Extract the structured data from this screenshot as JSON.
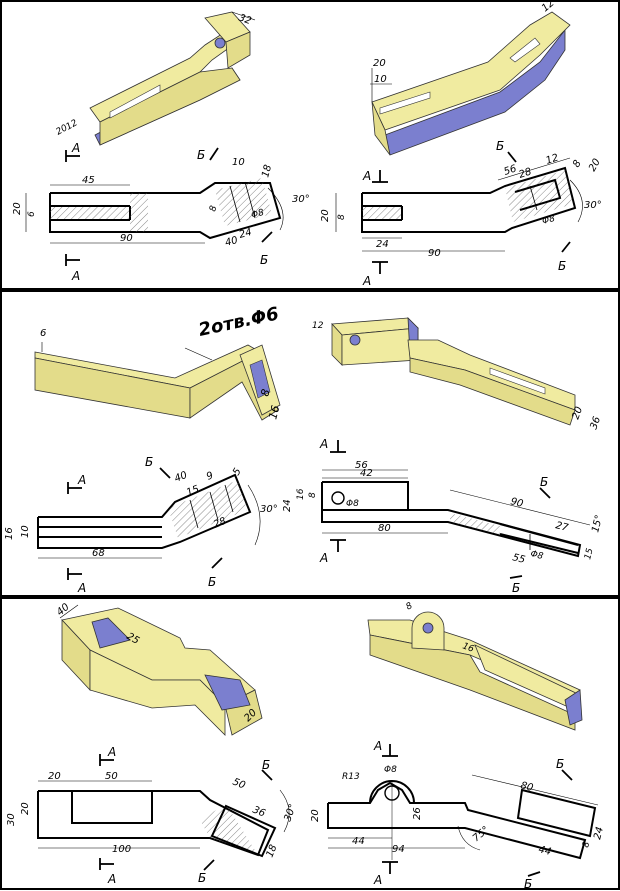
{
  "panel1": {
    "iso_left": {
      "d1": "32",
      "d2": "12",
      "d3": "20"
    },
    "iso_right": {
      "d1": "12",
      "d2": "20",
      "d3": "10"
    },
    "draw_left": {
      "secA": "А",
      "secB": "Б",
      "d45": "45",
      "d20": "20",
      "d6": "6",
      "d90": "90",
      "d10": "10",
      "d18": "18",
      "d8": "8",
      "dphi": "Φ8",
      "d24": "24",
      "d40": "40",
      "ang": "30°"
    },
    "draw_right": {
      "secA": "А",
      "secB": "Б",
      "d20": "20",
      "d8": "8",
      "d24": "24",
      "d90": "90",
      "d56": "56",
      "d28": "28",
      "d12": "12",
      "d8b": "8",
      "d20b": "20",
      "dphi": "Φ8",
      "ang": "30°"
    }
  },
  "panel2": {
    "iso_left": {
      "d6": "6",
      "holes": "2отв.Φ6",
      "d8": "8",
      "d16": "16"
    },
    "iso_right": {
      "d12": "12",
      "d20": "20",
      "d36": "36"
    },
    "draw_left": {
      "secA": "А",
      "secB": "Б",
      "d16": "16",
      "d10": "10",
      "d68": "68",
      "d40": "40",
      "d15": "15",
      "d9": "9",
      "d5": "5",
      "d28": "28",
      "ang": "30°"
    },
    "draw_right": {
      "secA": "А",
      "secB": "Б",
      "d56": "56",
      "d42": "42",
      "d24": "24",
      "d16": "16",
      "d8": "8",
      "dphi": "Φ8",
      "d80": "80",
      "d90": "90",
      "d27": "27",
      "d55": "55",
      "dphi2": "Φ8",
      "d15": "15",
      "ang": "15°"
    }
  },
  "panel3": {
    "iso_left": {
      "d40": "40",
      "d25": "25",
      "d20": "20"
    },
    "iso_right": {
      "d8": "8",
      "d16": "16"
    },
    "draw_left": {
      "secA": "А",
      "secB": "Б",
      "d20": "20",
      "d50": "50",
      "d30": "30",
      "d20v": "20",
      "d100": "100",
      "d50b": "50",
      "d36": "36",
      "d18": "18",
      "ang": "30°"
    },
    "draw_right": {
      "secA": "А",
      "secB": "Б",
      "r13": "R13",
      "dphi": "Φ8",
      "d20": "20",
      "d26": "26",
      "d44": "44",
      "d94": "94",
      "d80": "80",
      "d24": "24",
      "d8": "8",
      "d44b": "44",
      "ang": "75°"
    }
  }
}
